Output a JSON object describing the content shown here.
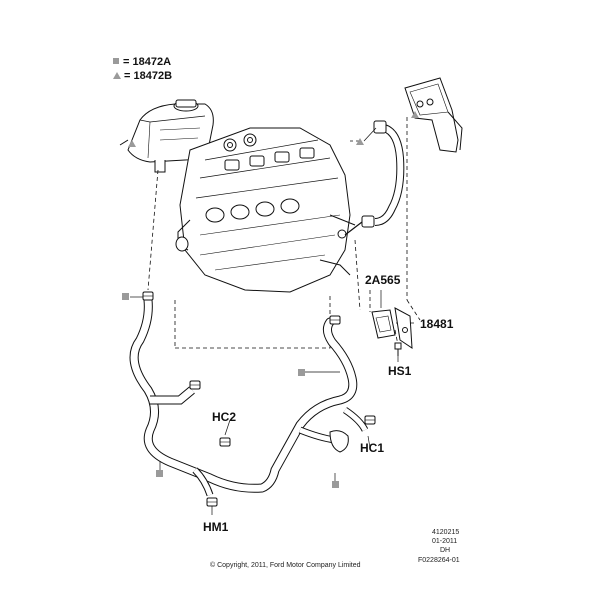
{
  "legend": [
    {
      "marker": "square",
      "text": "= 18472A"
    },
    {
      "marker": "triangle",
      "text": "= 18472B"
    }
  ],
  "callouts": {
    "a2565": "2A565",
    "p18481": "18481",
    "hs1": "HS1",
    "hc2": "HC2",
    "hc1": "HC1",
    "hm1": "HM1"
  },
  "reference": {
    "line1": "4120215",
    "line2": "01-2011",
    "line3": "DH",
    "line4": "F0228264-01"
  },
  "copyright": "© Copyright, 2011, Ford Motor Company Limited",
  "colors": {
    "marker": "#9a9a9a",
    "ink": "#111111"
  }
}
